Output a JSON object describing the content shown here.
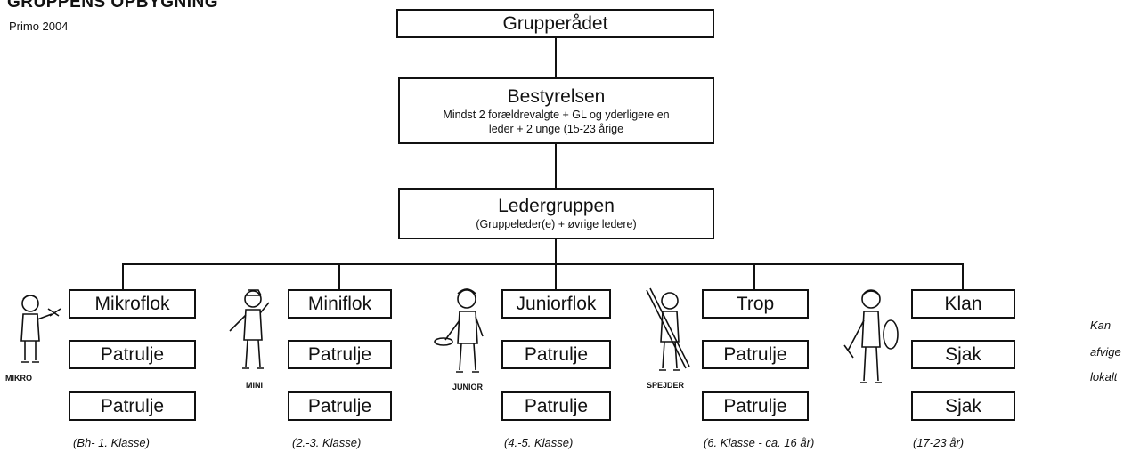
{
  "header": {
    "title": "GRUPPENS OPBYGNING",
    "subtitle": "Primo 2004"
  },
  "top": {
    "label": "Grupperådet"
  },
  "board": {
    "label": "Bestyrelsen",
    "desc_line1": "Mindst 2 forældrevalgte + GL og yderligere en",
    "desc_line2": "leder + 2 unge (15-23 årige"
  },
  "leaders": {
    "label": "Ledergruppen",
    "desc": "(Gruppeleder(e) + øvrige ledere)"
  },
  "branches": [
    {
      "figure": "MIKRO",
      "head": "Mikroflok",
      "units": [
        "Patrulje",
        "Patrulje"
      ],
      "age": "(Bh- 1. Klasse)"
    },
    {
      "figure": "MINI",
      "head": "Miniflok",
      "units": [
        "Patrulje",
        "Patrulje"
      ],
      "age": "(2.-3. Klasse)"
    },
    {
      "figure": "JUNIOR",
      "head": "Juniorflok",
      "units": [
        "Patrulje",
        "Patrulje"
      ],
      "age": "(4.-5. Klasse)"
    },
    {
      "figure": "SPEJDER",
      "head": "Trop",
      "units": [
        "Patrulje",
        "Patrulje"
      ],
      "age": "(6. Klasse - ca. 16 år)"
    },
    {
      "figure": "",
      "head": "Klan",
      "units": [
        "Sjak",
        "Sjak"
      ],
      "age": "(17-23 år)"
    }
  ],
  "note": {
    "line1": "Kan",
    "line2": "afvige",
    "line3": "lokalt"
  }
}
